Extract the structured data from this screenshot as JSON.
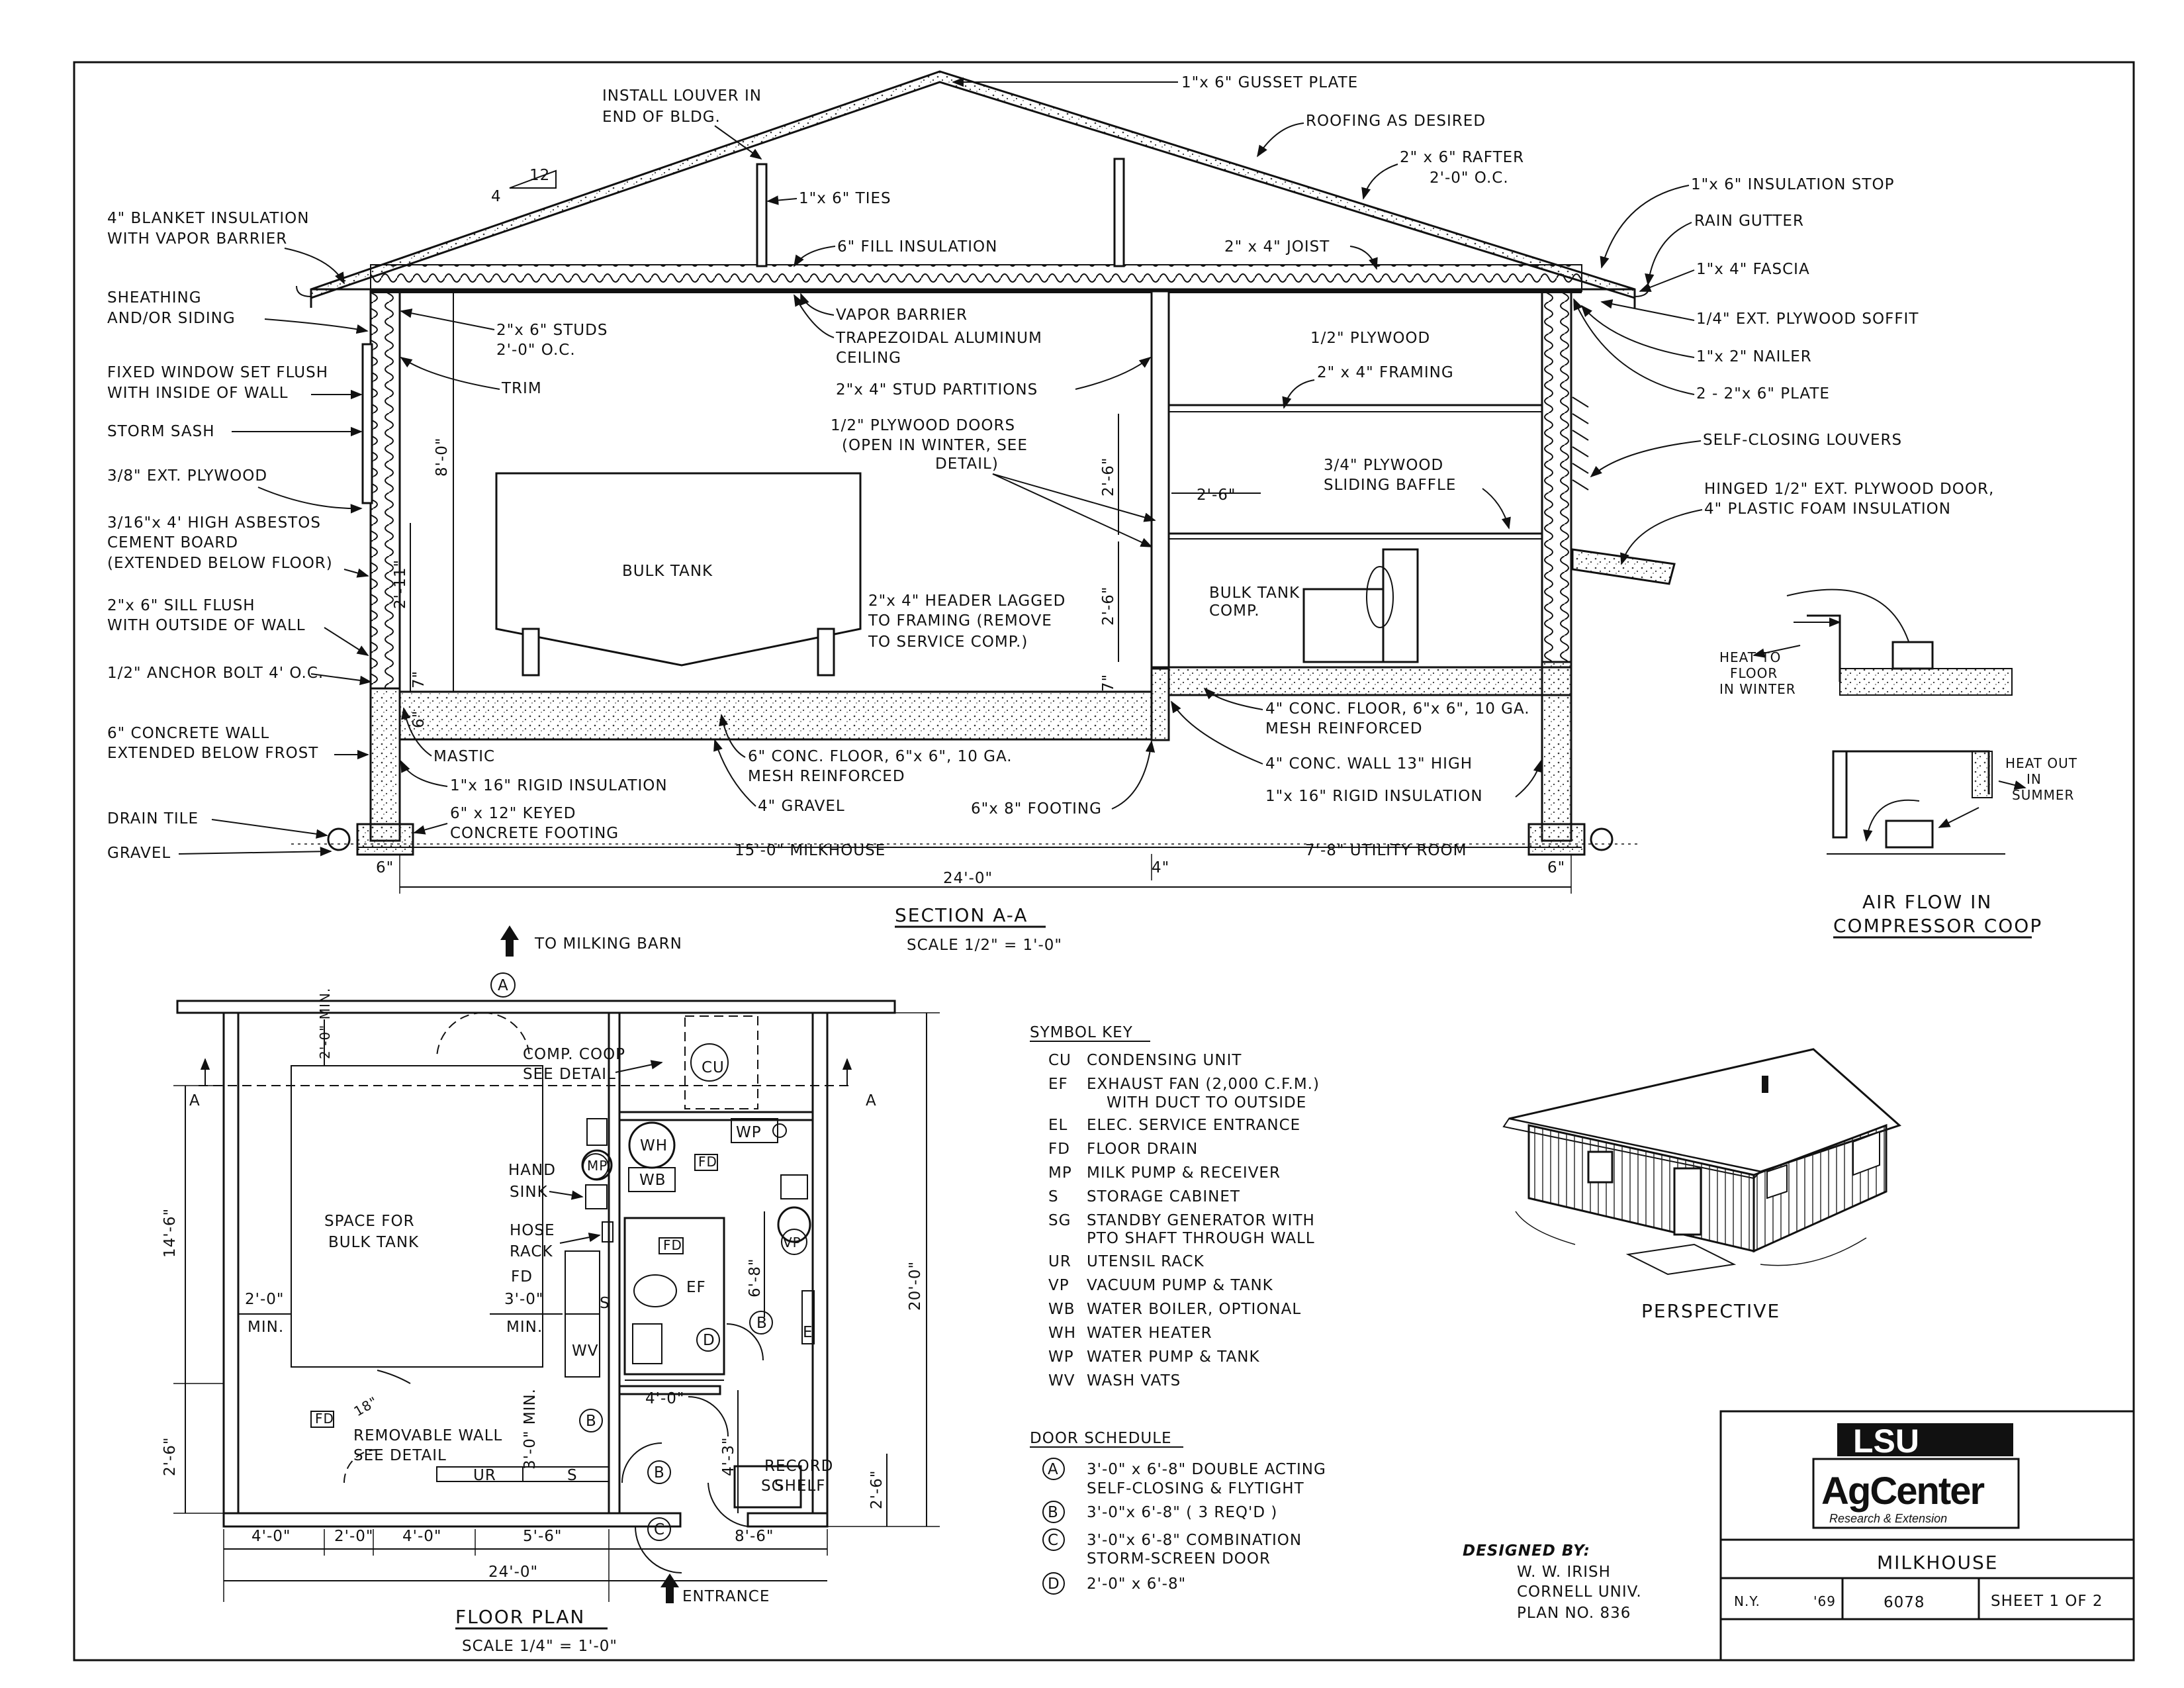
{
  "section": {
    "title": "SECTION A-A",
    "scale": "SCALE 1/2\" = 1'-0\"",
    "callouts": {
      "louver": [
        "INSTALL LOUVER IN",
        "END OF BLDG."
      ],
      "gusset": "1\"x 6\" GUSSET PLATE",
      "roofing": "ROOFING AS DESIRED",
      "rafter": [
        "2\" x 6\" RAFTER",
        "2'-0\" O.C."
      ],
      "pitch_rise": "12",
      "pitch_run": "4",
      "ties": "1\"x 6\" TIES",
      "blanket": [
        "4\" BLANKET INSULATION",
        "WITH VAPOR BARRIER"
      ],
      "fill": "6\" FILL INSULATION",
      "joist": "2\" x 4\" JOIST",
      "ins_stop": "1\"x 6\" INSULATION STOP",
      "gutter": "RAIN GUTTER",
      "fascia": "1\"x 4\" FASCIA",
      "soffit": "1/4\" EXT. PLYWOOD SOFFIT",
      "nailer": "1\"x 2\" NAILER",
      "plate": "2 - 2\"x 6\" PLATE",
      "sheathing": [
        "SHEATHING",
        "AND/OR SIDING"
      ],
      "studs": [
        "2\"x 6\" STUDS",
        "2'-0\" O.C."
      ],
      "vapor": "VAPOR BARRIER",
      "ceiling": [
        "TRAPEZOIDAL ALUMINUM",
        "CEILING"
      ],
      "half_ply": "1/2\" PLYWOOD",
      "framing": "2\" x 4\" FRAMING",
      "window": [
        "FIXED WINDOW SET FLUSH",
        "WITH INSIDE OF WALL"
      ],
      "trim": "TRIM",
      "partitions": "2\"x 4\" STUD PARTITIONS",
      "storm": "STORM SASH",
      "ply_doors": [
        "1/2\" PLYWOOD DOORS",
        "(OPEN IN WINTER, SEE",
        "DETAIL)"
      ],
      "self_closing": "SELF-CLOSING LOUVERS",
      "ext_ply": "3/8\" EXT. PLYWOOD",
      "baffle": [
        "3/4\" PLYWOOD",
        "SLIDING BAFFLE"
      ],
      "hinged": [
        "HINGED 1/2\" EXT. PLYWOOD DOOR,",
        "4\" PLASTIC FOAM INSULATION"
      ],
      "asbestos": [
        "3/16\"x 4' HIGH ASBESTOS",
        "CEMENT BOARD",
        "(EXTENDED BELOW FLOOR)"
      ],
      "bulk_tank": "BULK TANK",
      "sill": [
        "2\"x 6\" SILL FLUSH",
        "WITH OUTSIDE OF WALL"
      ],
      "header": [
        "2\"x 4\" HEADER LAGGED",
        "TO FRAMING (REMOVE",
        "TO SERVICE COMP.)"
      ],
      "bulk_comp": [
        "BULK TANK",
        "COMP."
      ],
      "anchor": "1/2\" ANCHOR BOLT 4' O.C.",
      "conc_floor_r": [
        "4\" CONC. FLOOR, 6\"x 6\", 10 GA.",
        "MESH REINFORCED"
      ],
      "conc_wall_6": [
        "6\" CONCRETE WALL",
        "EXTENDED BELOW FROST"
      ],
      "mastic": "MASTIC",
      "conc_floor_l": [
        "6\" CONC. FLOOR, 6\"x 6\", 10 GA.",
        "MESH REINFORCED"
      ],
      "conc_wall_4": "4\" CONC. WALL 13\" HIGH",
      "rigid_l": "1\"x 16\" RIGID INSULATION",
      "rigid_r": "1\"x 16\" RIGID INSULATION",
      "gravel4": "4\" GRAVEL",
      "footing": "6\"x 8\" FOOTING",
      "drain": "DRAIN TILE",
      "keyed": [
        "6\" x 12\" KEYED",
        "CONCRETE FOOTING"
      ],
      "gravel": "GRAVEL"
    },
    "dims": {
      "h8": "8'-0\"",
      "h2_11": "2'-11\"",
      "h7": "7\"",
      "h6": "6\"",
      "h2_6a": "2'-6\"",
      "h2_6b": "2'-6\"",
      "h2_6c": "2'-6\"",
      "h7r": "7\"",
      "w6l": "6\"",
      "milkhouse": "15'-0\"  MILKHOUSE",
      "w4": "4\"",
      "utility": "7'-8\"  UTILITY ROOM",
      "w6r": "6\"",
      "total": "24'-0\""
    }
  },
  "details": {
    "heat_to_floor": [
      "HEAT TO",
      "FLOOR",
      "IN WINTER"
    ],
    "heat_out": [
      "HEAT OUT",
      "IN",
      "SUMMER"
    ],
    "air_flow": [
      "AIR FLOW  IN",
      "COMPRESSOR COOP"
    ]
  },
  "floor_plan": {
    "title": "FLOOR  PLAN",
    "scale": "SCALE 1/4\" = 1'-0\"",
    "to_barn": "TO  MILKING BARN",
    "entrance": "ENTRANCE",
    "section_mark": "A",
    "comp_coop": [
      "COMP. COOP",
      "SEE DETAIL"
    ],
    "bulk_space": [
      "SPACE FOR",
      "BULK TANK"
    ],
    "hand_sink": [
      "HAND",
      "SINK"
    ],
    "hose_rack": [
      "HOSE",
      "RACK"
    ],
    "removable": [
      "REMOVABLE WALL",
      "SEE DETAIL"
    ],
    "record": [
      "RECORD",
      "SHELF"
    ],
    "tags": {
      "cu": "CU",
      "wp": "WP",
      "wh": "WH",
      "wb": "WB",
      "fd": "FD",
      "mp": "MP",
      "vp": "VP",
      "ef": "EF",
      "s": "S",
      "wv": "WV",
      "ur": "UR",
      "sg": "SG",
      "e": "E",
      "a": "A",
      "b": "B",
      "c": "C",
      "d": "D"
    },
    "dims": {
      "min2_0": "2'-0\" MIN.",
      "h14_6": "14'-6\"",
      "h2_6": "2'-6\"",
      "h20": "20'-0\"",
      "min2_0b": "2'-0\"",
      "min_lbl": "MIN.",
      "min3_0": "3'-0\"",
      "min_lbl2": "MIN.",
      "h6_8": "6'-8\"",
      "w4_0c": "4'-0\"",
      "h4_3": "4'-3\"",
      "min3_0v": "3'-0\" MIN.",
      "deg": "18\"",
      "h2_6r": "2'-6\"",
      "b1": "4'-0\"",
      "b2": "2'-0\"",
      "b3": "4'-0\"",
      "b4": "5'-6\"",
      "b5": "8'-6\"",
      "total": "24'-0\""
    }
  },
  "symbol_key": {
    "title": "SYMBOL KEY",
    "items": [
      {
        "code": "CU",
        "desc": "CONDENSING UNIT"
      },
      {
        "code": "EF",
        "desc": "EXHAUST FAN (2,000 C.F.M.)",
        "desc2": "WITH DUCT TO OUTSIDE"
      },
      {
        "code": "EL",
        "desc": "ELEC. SERVICE ENTRANCE"
      },
      {
        "code": "FD",
        "desc": "FLOOR DRAIN"
      },
      {
        "code": "MP",
        "desc": "MILK PUMP & RECEIVER"
      },
      {
        "code": "S",
        "desc": "STORAGE CABINET"
      },
      {
        "code": "SG",
        "desc": "STANDBY GENERATOR WITH",
        "desc2": "PTO SHAFT THROUGH WALL"
      },
      {
        "code": "UR",
        "desc": "UTENSIL RACK"
      },
      {
        "code": "VP",
        "desc": "VACUUM PUMP & TANK"
      },
      {
        "code": "WB",
        "desc": "WATER BOILER, OPTIONAL"
      },
      {
        "code": "WH",
        "desc": "WATER HEATER"
      },
      {
        "code": "WP",
        "desc": "WATER PUMP & TANK"
      },
      {
        "code": "WV",
        "desc": "WASH VATS"
      }
    ]
  },
  "door_schedule": {
    "title": "DOOR SCHEDULE",
    "items": [
      {
        "code": "A",
        "desc": "3'-0\" x 6'-8\" DOUBLE ACTING",
        "desc2": "SELF-CLOSING & FLYTIGHT"
      },
      {
        "code": "B",
        "desc": "3'-0\"x 6'-8\" ( 3 REQ'D )"
      },
      {
        "code": "C",
        "desc": "3'-0\"x 6'-8\" COMBINATION",
        "desc2": "STORM-SCREEN DOOR"
      },
      {
        "code": "D",
        "desc": "2'-0\" x 6'-8\""
      }
    ]
  },
  "perspective": "PERSPECTIVE",
  "designer": {
    "label": "DESIGNED BY:",
    "lines": [
      "W. W. IRISH",
      "CORNELL UNIV.",
      "PLAN NO. 836"
    ]
  },
  "title_block": {
    "logo_top": "LSU",
    "logo_mid": "AgCenter",
    "logo_sub": "Research & Extension",
    "title": "MILKHOUSE",
    "origin": "N.Y.",
    "year": "'69",
    "number": "6078",
    "sheet": "SHEET 1 OF 2"
  }
}
